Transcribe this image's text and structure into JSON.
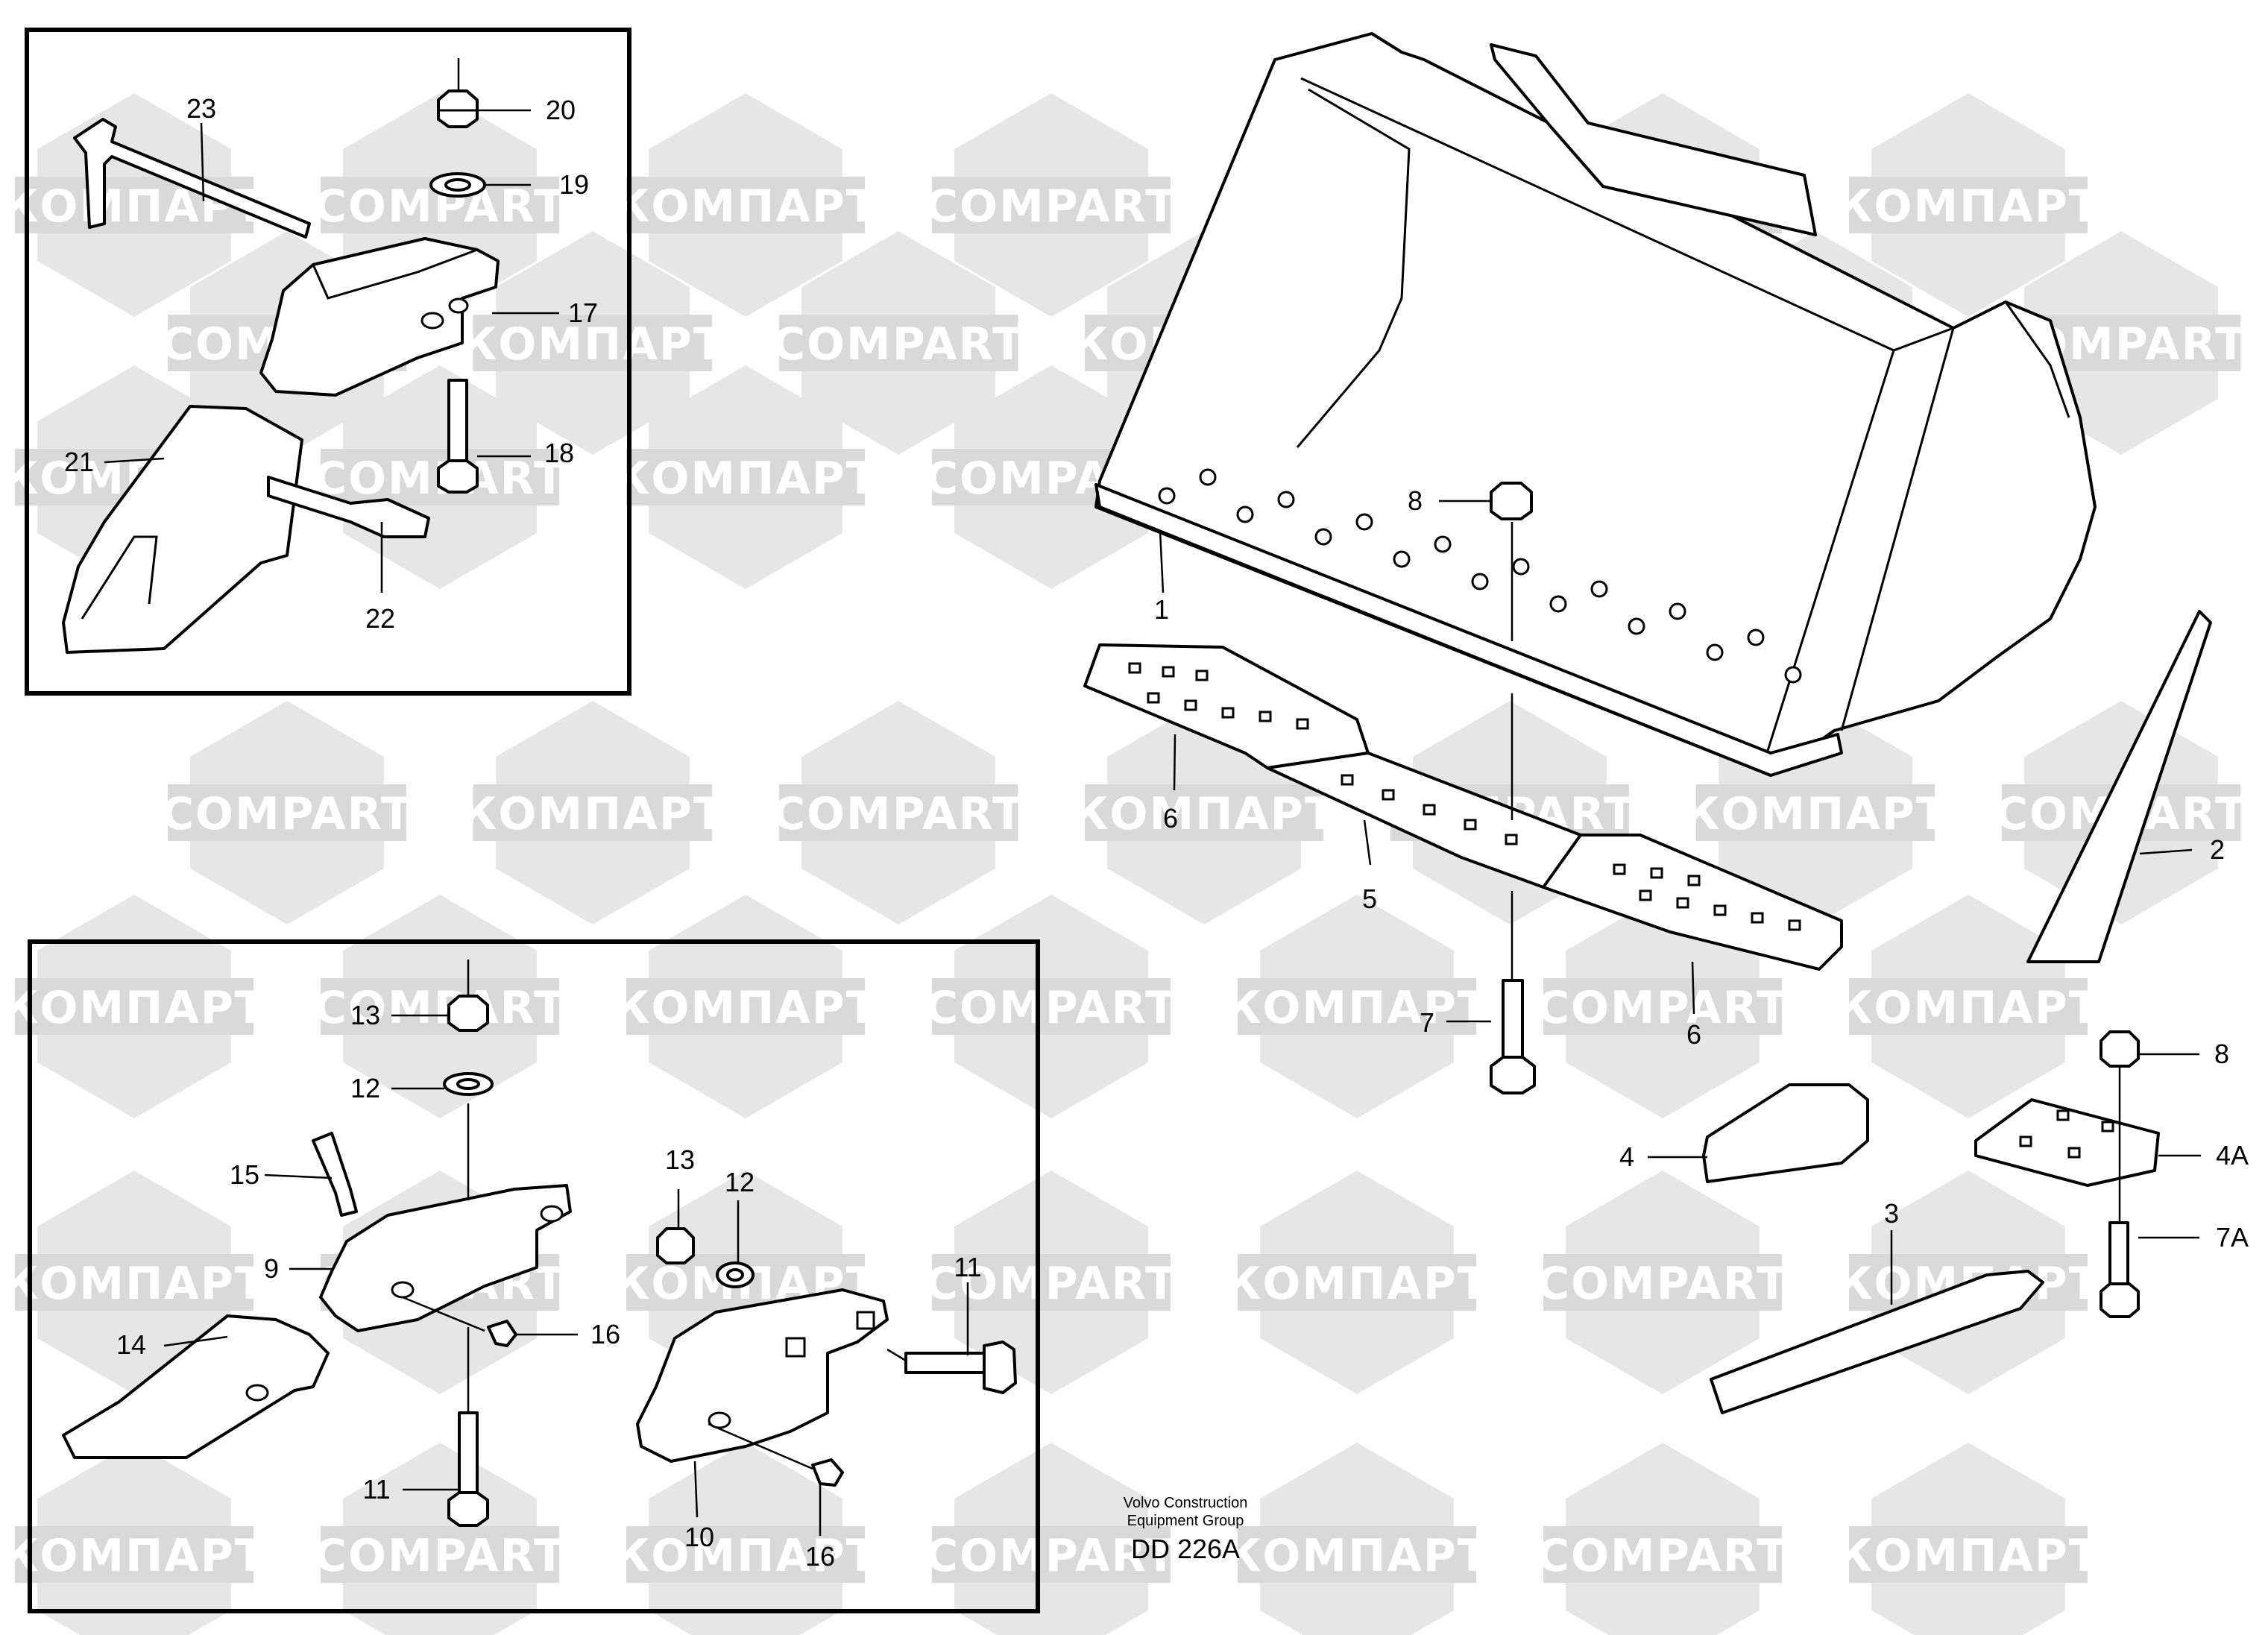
{
  "watermarks": {
    "text_latin": "COMPART",
    "text_cyrillic": "КОМПАРТ"
  },
  "inset_top": {
    "callouts": [
      "23",
      "20",
      "19",
      "17",
      "18",
      "21",
      "22"
    ]
  },
  "inset_bottom": {
    "callouts": [
      "13",
      "12",
      "15",
      "9",
      "14",
      "11",
      "13",
      "12",
      "16",
      "11",
      "10",
      "16"
    ]
  },
  "main": {
    "callouts": [
      "1",
      "8",
      "6",
      "5",
      "7",
      "6",
      "2",
      "8",
      "4A",
      "7A",
      "4",
      "3"
    ]
  },
  "credit": {
    "line1": "Volvo Construction",
    "line2": "Equipment Group",
    "code": "DD 226A"
  }
}
